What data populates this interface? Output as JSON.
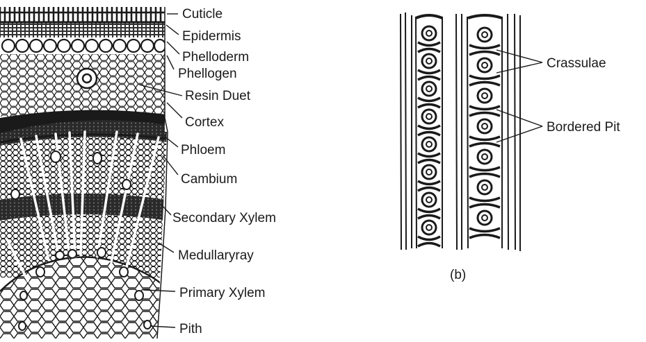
{
  "figure_a": {
    "labels": {
      "cuticle": "Cuticle",
      "epidermis": "Epidermis",
      "phelloderm": "Phelloderm",
      "phellogen": "Phellogen",
      "resin_duct": "Resin Duet",
      "cortex": "Cortex",
      "phloem": "Phloem",
      "cambium": "Cambium",
      "secondary_xylem": "Secondary Xylem",
      "medullary_ray": "Medullaryray",
      "primary_xylem": "Primary Xylem",
      "pith": "Pith"
    }
  },
  "figure_b": {
    "caption": "(b)",
    "labels": {
      "crassulae": "Crassulae",
      "bordered_pit": "Bordered Pit"
    }
  },
  "colors": {
    "ink": "#1a1a1a",
    "paper": "#ffffff"
  }
}
